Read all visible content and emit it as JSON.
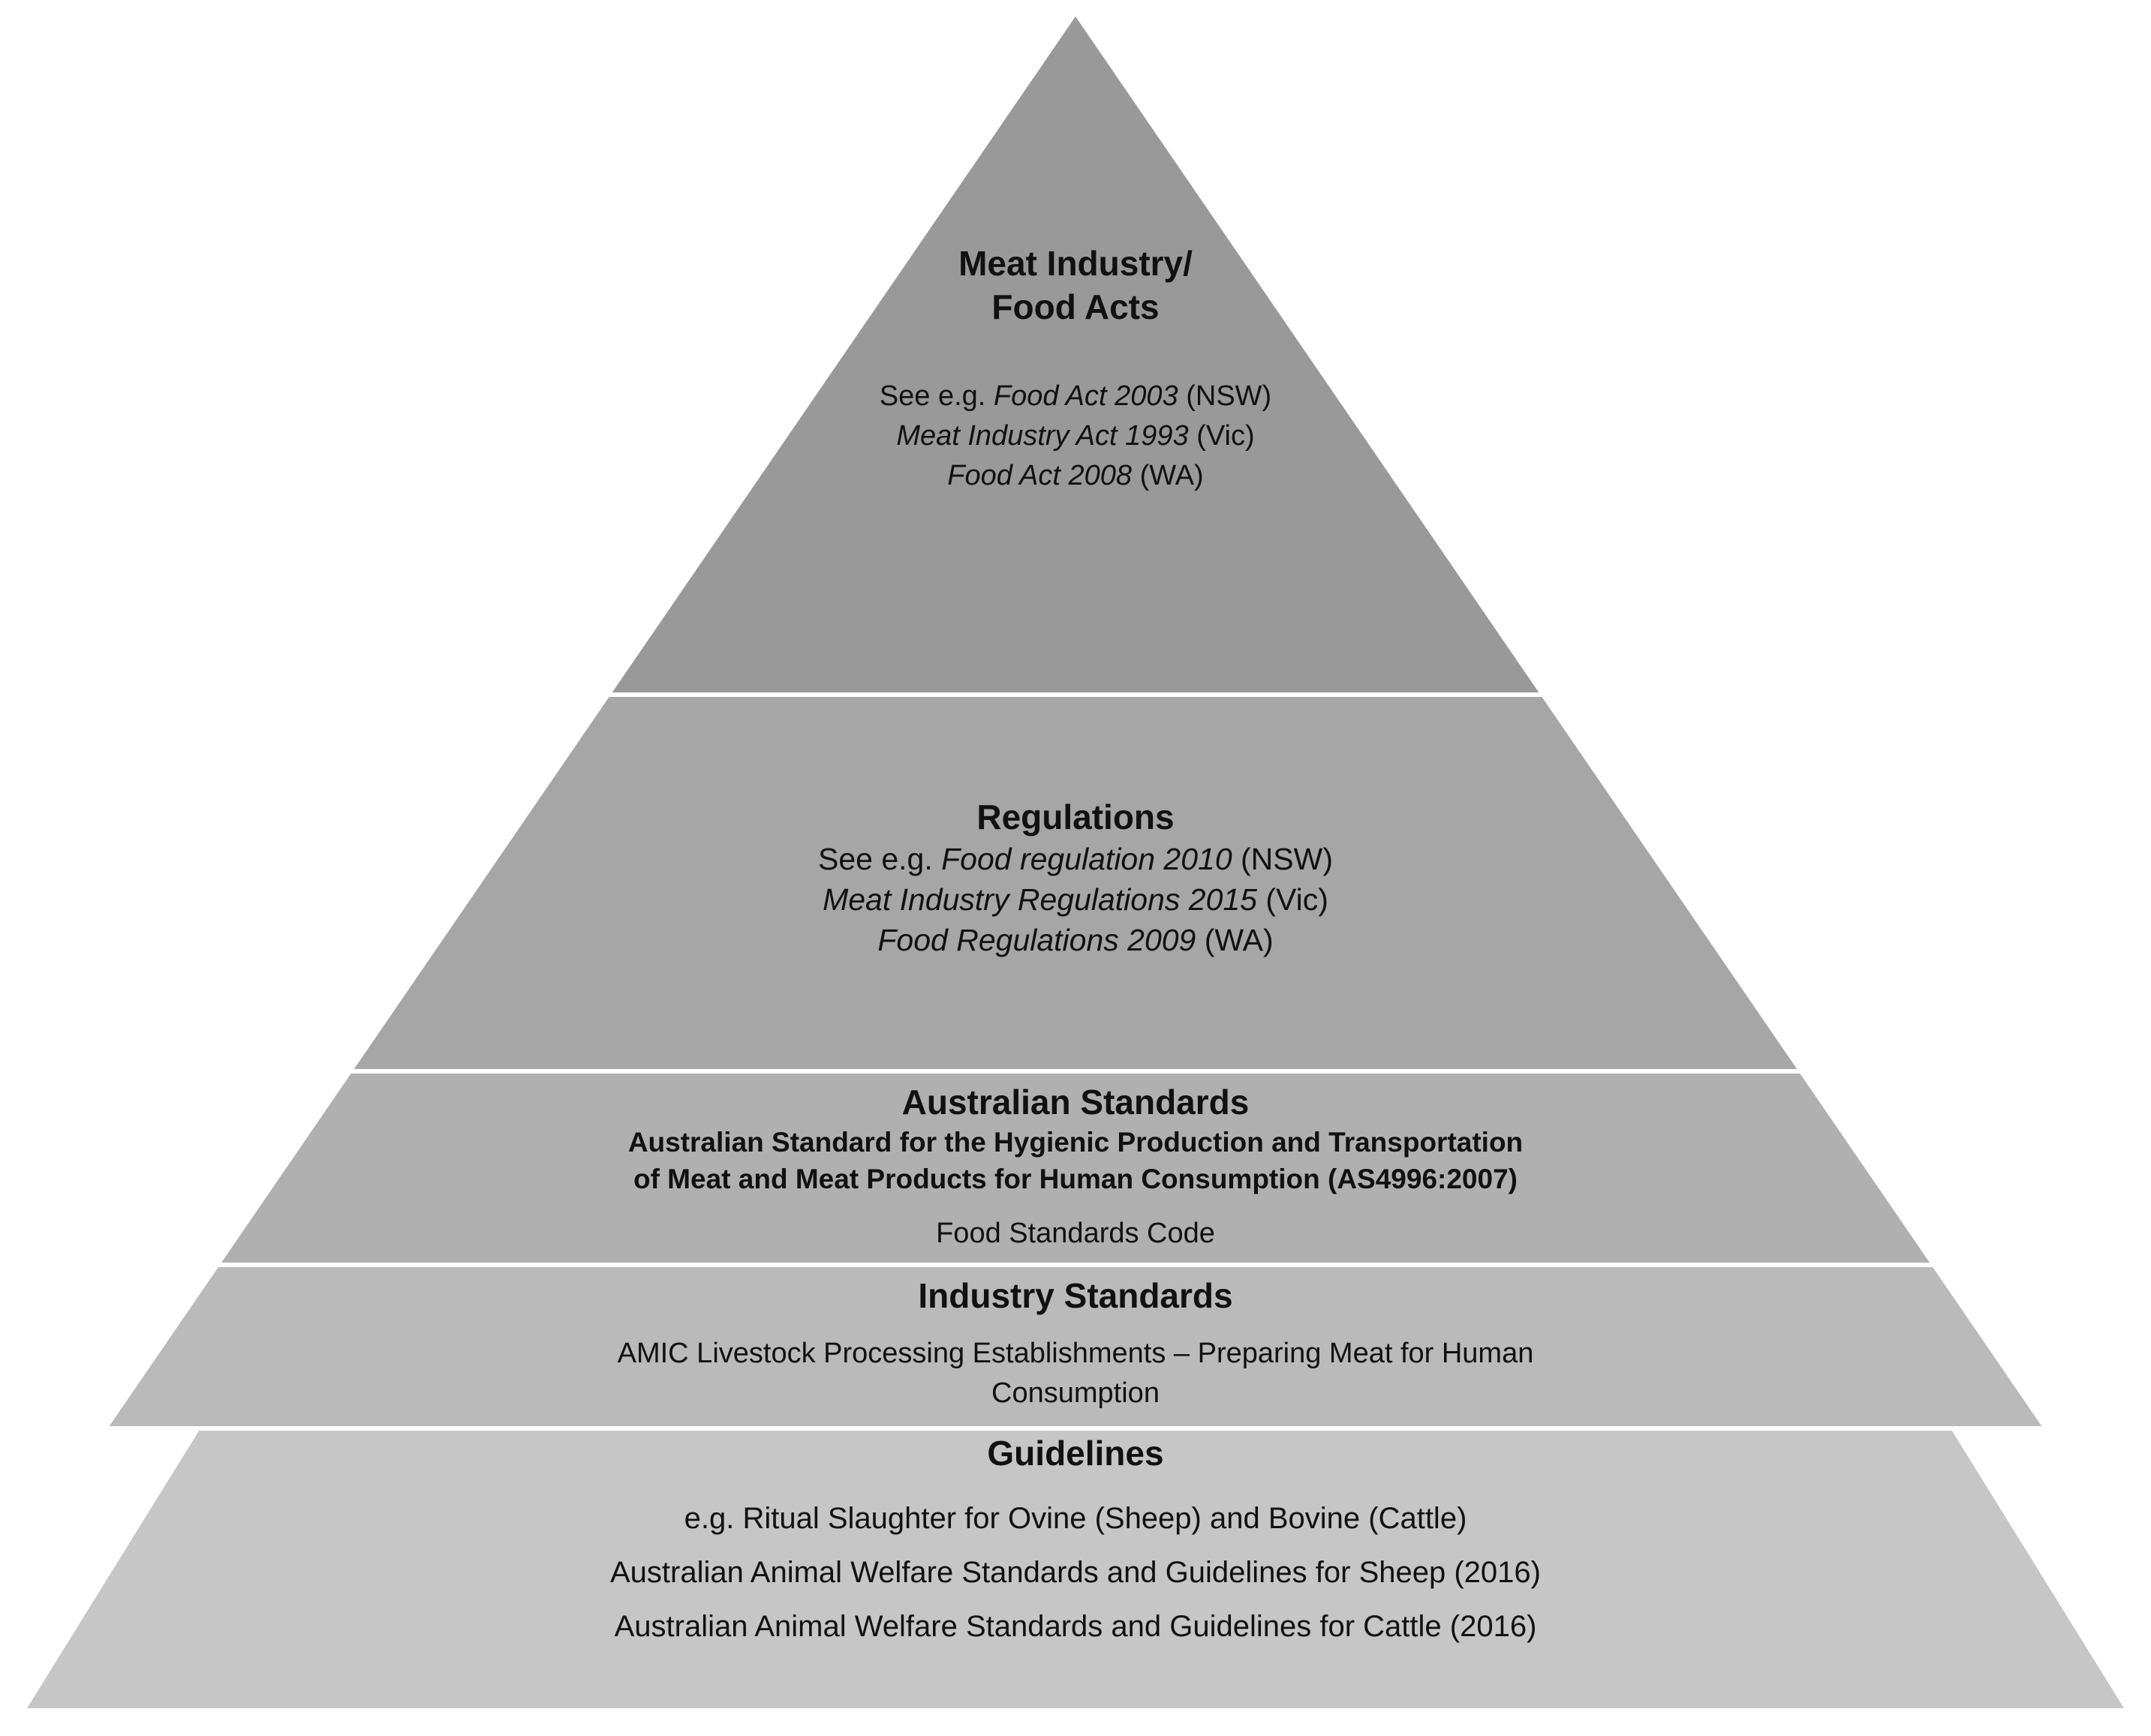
{
  "colors": {
    "tier_top": "#999999",
    "tier_regulations": "#a6a6a6",
    "tier_australian_standards": "#b0b0b0",
    "tier_industry_standards": "#bababa",
    "tier_guidelines": "#c6c6c6",
    "divider": "#ffffff"
  },
  "levels": {
    "acts": {
      "title_line1": "Meat Industry/",
      "title_line2": "Food Acts",
      "ex1_prefix": "See e.g. ",
      "ex1_name": "Food Act 2003",
      "ex1_suffix": " (NSW)",
      "ex2_name": "Meat Industry Act 1993",
      "ex2_suffix": " (Vic)",
      "ex3_name": "Food Act 2008",
      "ex3_suffix": " (WA)"
    },
    "regulations": {
      "title": "Regulations",
      "ex1_prefix": "See e.g. ",
      "ex1_name": "Food regulation 2010",
      "ex1_suffix": " (NSW)",
      "ex2_name": "Meat Industry Regulations 2015",
      "ex2_suffix": " (Vic)",
      "ex3_name": "Food Regulations 2009",
      "ex3_suffix": "  (WA)"
    },
    "australian_standards": {
      "title": "Australian Standards",
      "standard_line1": "Australian Standard for the Hygienic Production and Transportation",
      "standard_line2": "of Meat and Meat Products for Human Consumption (AS4996:2007)",
      "code": "Food Standards Code"
    },
    "industry_standards": {
      "title": "Industry Standards",
      "line1": "AMIC Livestock Processing Establishments – Preparing Meat for Human",
      "line2": "Consumption"
    },
    "guidelines": {
      "title": "Guidelines",
      "item1": "e.g. Ritual Slaughter for Ovine (Sheep) and Bovine (Cattle)",
      "item2": "Australian Animal Welfare Standards and Guidelines for Sheep (2016)",
      "item3": "Australian Animal Welfare Standards and Guidelines for Cattle (2016)"
    }
  }
}
